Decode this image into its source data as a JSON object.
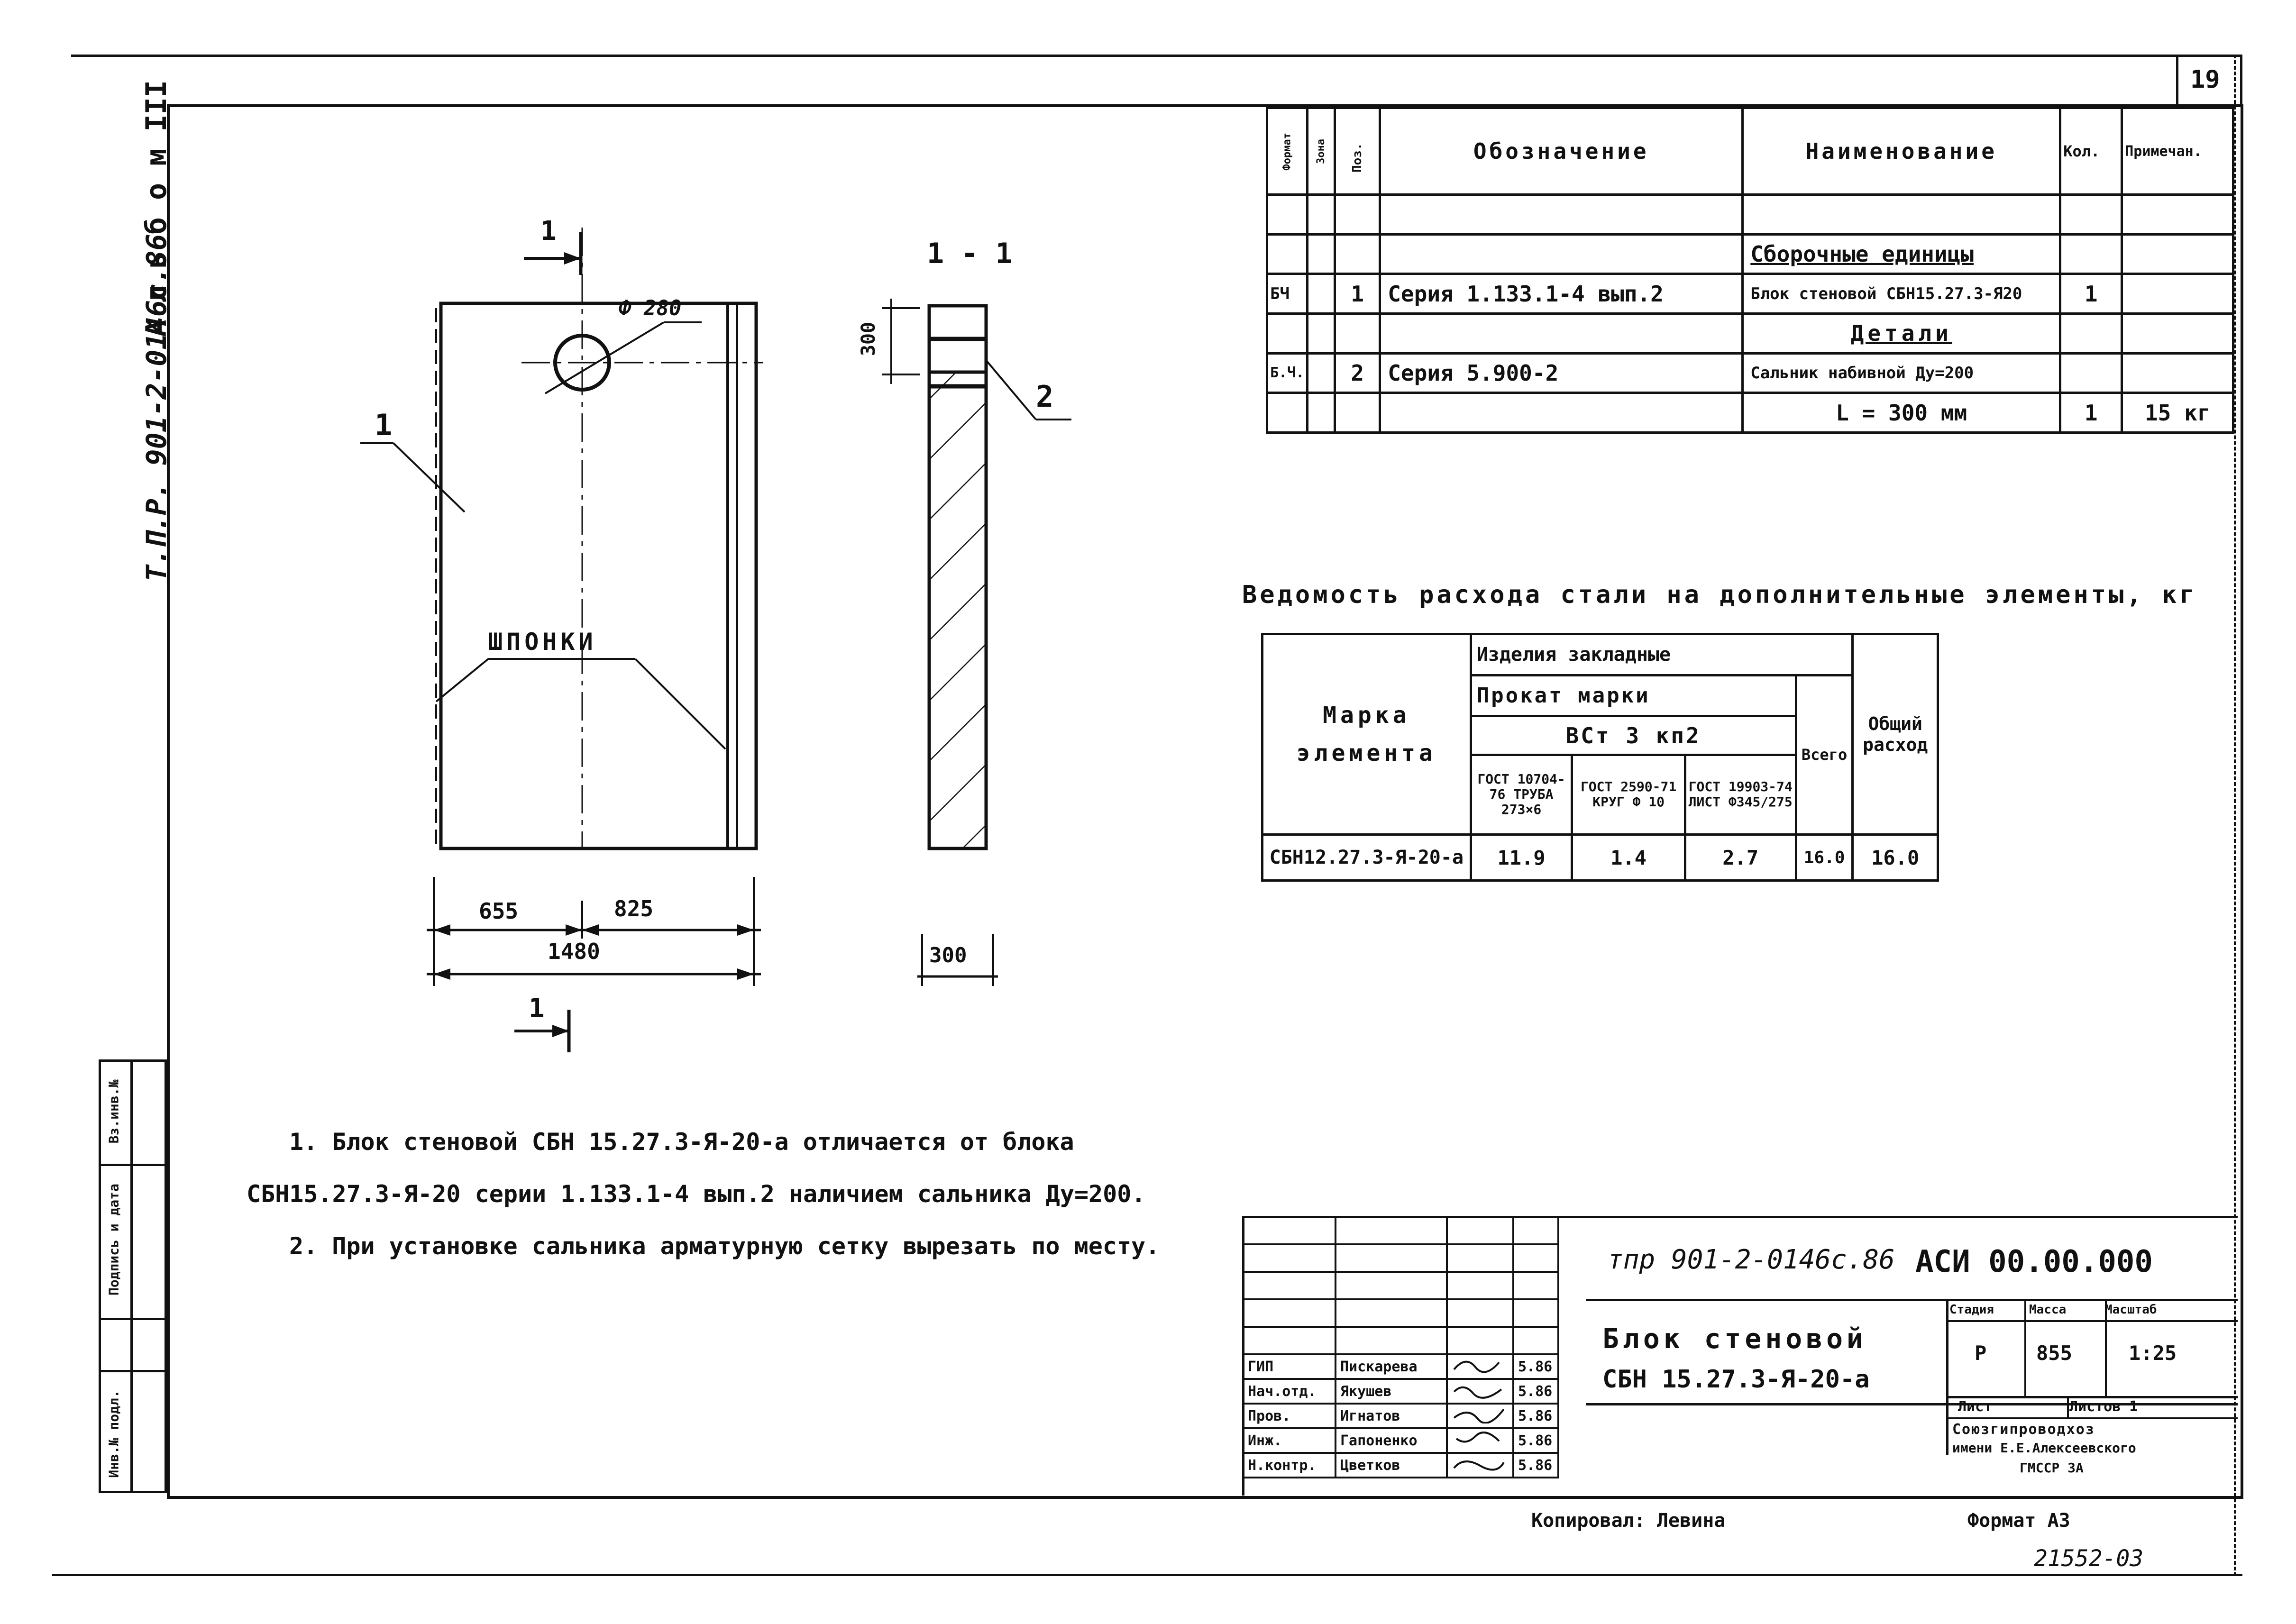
{
  "sheet_number": "19",
  "side_stamp": {
    "album": "А л ь б о м III",
    "code": "Т.П.Р. 901-2-0146с.86"
  },
  "bind_fields": {
    "inv_podl": "Инв.№ подл.",
    "podpis_data": "Подпись и дата",
    "vz_inv": "Вз.инв.№"
  },
  "drawing": {
    "section_mark": "1",
    "section_title": "1 - 1",
    "dim_hole": "Ф 280",
    "dim_655": "655",
    "dim_825": "825",
    "dim_1480": "1480",
    "dim_300_bottom": "300",
    "dim_300_side": "300",
    "callout_1": "1",
    "callout_2": "2",
    "shponki": "ШПОНКИ"
  },
  "spec_table": {
    "headers": {
      "format": "Формат",
      "zona": "Зона",
      "poz": "Поз.",
      "oboznachenie": "Обозначение",
      "naimenovanie": "Наименование",
      "kol": "Кол.",
      "primechanie": "Примечан."
    },
    "rows": [
      {
        "format": "",
        "zona": "",
        "poz": "",
        "oboz": "",
        "naim": "",
        "kol": "",
        "prim": ""
      },
      {
        "format": "",
        "zona": "",
        "poz": "",
        "oboz": "",
        "naim": "Сборочные единицы",
        "kol": "",
        "prim": ""
      },
      {
        "format": "БЧ",
        "zona": "",
        "poz": "1",
        "oboz": "Серия 1.133.1-4 вып.2",
        "naim": "Блок стеновой СБН15.27.3-Я20",
        "kol": "1",
        "prim": ""
      },
      {
        "format": "",
        "zona": "",
        "poz": "",
        "oboz": "",
        "naim": "Детали",
        "kol": "",
        "prim": ""
      },
      {
        "format": "Б.Ч.",
        "zona": "",
        "poz": "2",
        "oboz": "Серия 5.900-2",
        "naim": "Сальник набивной Ду=200",
        "kol": "",
        "prim": ""
      },
      {
        "format": "",
        "zona": "",
        "poz": "",
        "oboz": "",
        "naim": "L = 300 мм",
        "kol": "1",
        "prim": "15 кг"
      }
    ]
  },
  "steel": {
    "title": "Ведомость расхода стали на дополнительные элементы, кг",
    "marka": "Марка элемента",
    "izdelia": "Изделия закладные",
    "prokat": "Прокат марки",
    "vst": "ВСт 3 кп2",
    "vsego": "Всего",
    "obshiy": "Общий расход",
    "col1": "ГОСТ 10704-76 ТРУБА 273×6",
    "col2": "ГОСТ 2590-71 КРУГ Ф 10",
    "col3": "ГОСТ 19903-74 ЛИСТ Ф345/275",
    "row": {
      "marka": "СБН12.27.3-Я-20-а",
      "v1": "11.9",
      "v2": "1.4",
      "v3": "2.7",
      "vsego": "16.0",
      "obshiy": "16.0"
    }
  },
  "notes": {
    "line1": "1. Блок стеновой СБН 15.27.3-Я-20-а отличается от блока",
    "line2": "СБН15.27.3-Я-20 серии 1.133.1-4 вып.2 наличием сальника Ду=200.",
    "line3": "2. При установке сальника арматурную сетку вырезать по месту."
  },
  "title_block": {
    "code": "тпр 901-2-0146с.86",
    "doc_id": "АСИ 00.00.000",
    "name1": "Блок стеновой",
    "name2": "СБН 15.27.3-Я-20-а",
    "stadia_label": "Стадия",
    "massa_label": "Масса",
    "masshtab_label": "Масштаб",
    "stadia": "Р",
    "massa": "855",
    "masshtab": "1:25",
    "list_label": "Лист",
    "listov_label": "Листов 1",
    "org1": "Союзгипроводхоз",
    "org2": "имени Е.Е.Алексеевского",
    "org3": "ГМССР ЗА",
    "staff": [
      {
        "role": "ГИП",
        "name": "Пискарева",
        "date": "5.86"
      },
      {
        "role": "Нач.отд.",
        "name": "Якушев",
        "date": "5.86"
      },
      {
        "role": "Пров.",
        "name": "Игнатов",
        "date": "5.86"
      },
      {
        "role": "Инж.",
        "name": "Гапоненко",
        "date": "5.86"
      },
      {
        "role": "Н.контр.",
        "name": "Цветков",
        "date": "5.86"
      }
    ]
  },
  "footer": {
    "kopiroval": "Копировал: Левина",
    "format": "Формат А3",
    "number": "21552-03"
  }
}
